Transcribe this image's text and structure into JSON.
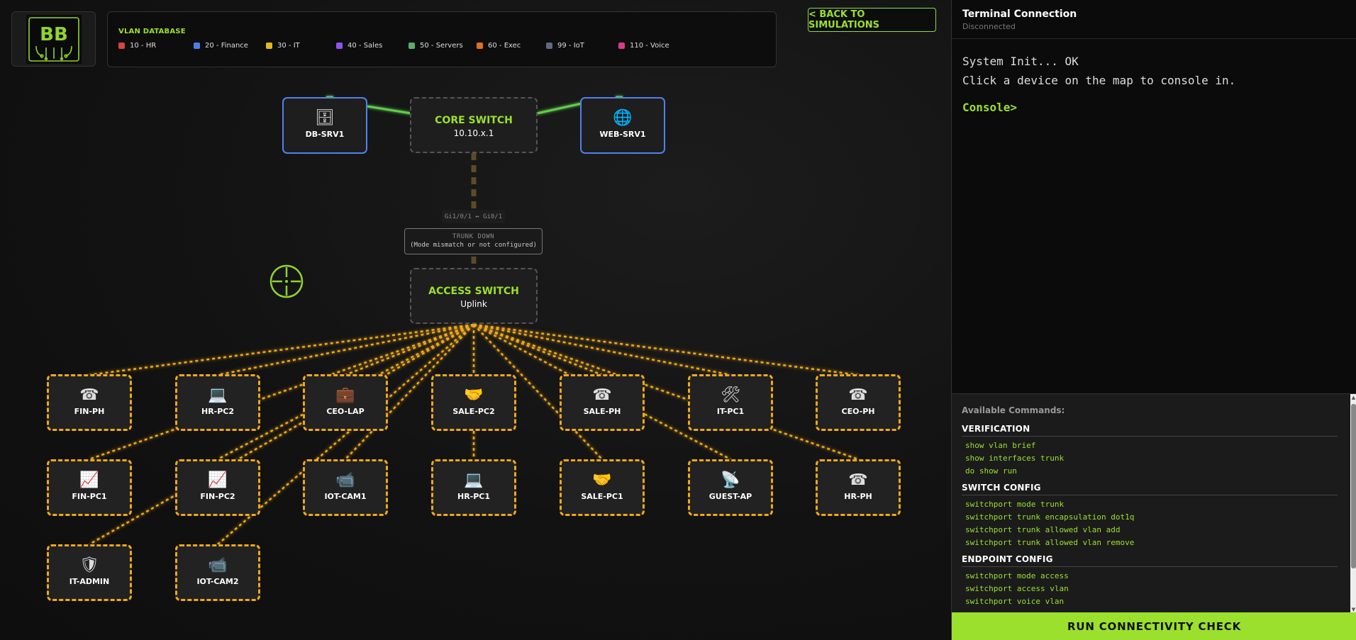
{
  "logo": {
    "text": "BB"
  },
  "vlan": {
    "title": "VLAN DATABASE",
    "items": [
      {
        "label": "10 - HR",
        "color": "#d94343"
      },
      {
        "label": "20 - Finance",
        "color": "#4a7fe8"
      },
      {
        "label": "30 - IT",
        "color": "#e5b523"
      },
      {
        "label": "40 - Sales",
        "color": "#9153ea"
      },
      {
        "label": "50 - Servers",
        "color": "#55b06c"
      },
      {
        "label": "60 - Exec",
        "color": "#e36d1f"
      },
      {
        "label": "99 - IoT",
        "color": "#5e6a80"
      },
      {
        "label": "110 - Voice",
        "color": "#d93a8e"
      }
    ]
  },
  "back_button": "< BACK TO SIMULATIONS",
  "servers": [
    {
      "label": "DB-SRV1",
      "icon": "🗄"
    },
    {
      "label": "WEB-SRV1",
      "icon": "🌐"
    }
  ],
  "core_switch": {
    "title": "CORE SWITCH",
    "subtitle": "10.10.x.1"
  },
  "access_switch": {
    "title": "ACCESS SWITCH",
    "subtitle": "Uplink"
  },
  "link": {
    "ports": "Gi1/0/1 ↔ Gi0/1",
    "status": "TRUNK DOWN",
    "reason": "(Mode mismatch or not configured)"
  },
  "devices": [
    {
      "label": "FIN-PH",
      "icon": "☎"
    },
    {
      "label": "HR-PC2",
      "icon": "💻"
    },
    {
      "label": "CEO-LAP",
      "icon": "💼"
    },
    {
      "label": "SALE-PC2",
      "icon": "🤝"
    },
    {
      "label": "SALE-PH",
      "icon": "☎"
    },
    {
      "label": "IT-PC1",
      "icon": "🛠"
    },
    {
      "label": "CEO-PH",
      "icon": "☎"
    },
    {
      "label": "FIN-PC1",
      "icon": "📈"
    },
    {
      "label": "FIN-PC2",
      "icon": "📈"
    },
    {
      "label": "IOT-CAM1",
      "icon": "📹"
    },
    {
      "label": "HR-PC1",
      "icon": "💻"
    },
    {
      "label": "SALE-PC1",
      "icon": "🤝"
    },
    {
      "label": "GUEST-AP",
      "icon": "📡"
    },
    {
      "label": "HR-PH",
      "icon": "☎"
    },
    {
      "label": "IT-ADMIN",
      "icon": "🛡"
    },
    {
      "label": "IOT-CAM2",
      "icon": "📹"
    }
  ],
  "terminal": {
    "title": "Terminal Connection",
    "status": "Disconnected",
    "lines": [
      "System Init... OK",
      "Click a device on the map to console in."
    ],
    "prompt": "Console>"
  },
  "commands": {
    "title": "Available Commands:",
    "sections": [
      {
        "heading": "VERIFICATION",
        "items": [
          "show vlan brief",
          "show interfaces trunk",
          "do show run"
        ]
      },
      {
        "heading": "SWITCH CONFIG",
        "items": [
          "switchport mode trunk",
          "switchport trunk encapsulation dot1q",
          "switchport trunk allowed vlan add",
          "switchport trunk allowed vlan remove"
        ]
      },
      {
        "heading": "ENDPOINT CONFIG",
        "items": [
          "switchport mode access",
          "switchport access vlan",
          "switchport voice vlan"
        ]
      }
    ]
  },
  "run_button": "RUN CONNECTIVITY CHECK"
}
